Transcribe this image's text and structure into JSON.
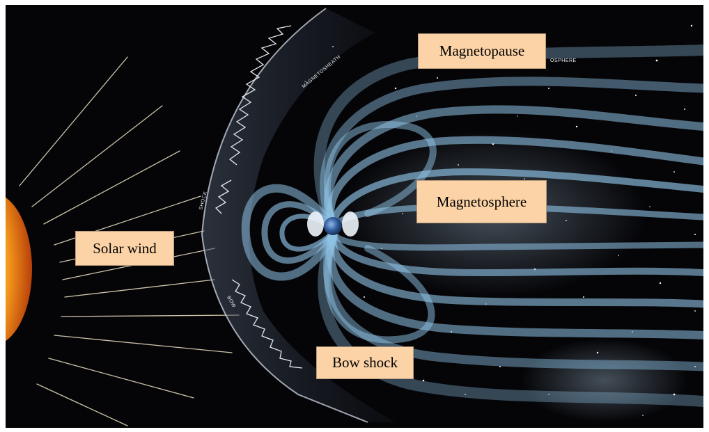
{
  "labels": {
    "magnetopause": "Magnetopause",
    "magnetosphere": "Magnetosphere",
    "solar_wind": "Solar wind",
    "bow_shock": "Bow shock"
  },
  "diagram_text": {
    "magnetosheath": "MAGNETOSHEATH",
    "magnetosphere_partial": "OSPHERE",
    "shock": "SHOCK",
    "bow": "BOW"
  },
  "colors": {
    "background": "#050508",
    "field_lines": "#8fc3e6",
    "sun_core": "#fff6c8",
    "sun_edge": "#e5620a",
    "label_fill": "#fcd3a6"
  }
}
